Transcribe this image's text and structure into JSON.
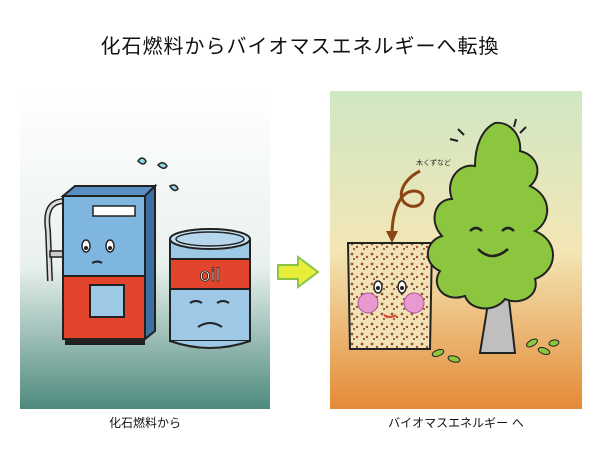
{
  "page": {
    "title": "化石燃料からバイオマスエネルギーへ転換"
  },
  "left": {
    "caption": "化石燃料から",
    "can_label": "oil"
  },
  "right": {
    "caption": "バイオマスエネルギー へ",
    "note": "木くずなど"
  },
  "colors": {
    "left_bg_top": "#ffffff",
    "left_bg_bottom": "#4e8a7e",
    "right_bg_top": "#cfe7c4",
    "right_bg_bottom": "#e48a36",
    "pump_blue": "#7fb6df",
    "pump_red": "#e2452b",
    "tree_green": "#8cc63f",
    "arrow_yellow": "#e6ee3a"
  }
}
